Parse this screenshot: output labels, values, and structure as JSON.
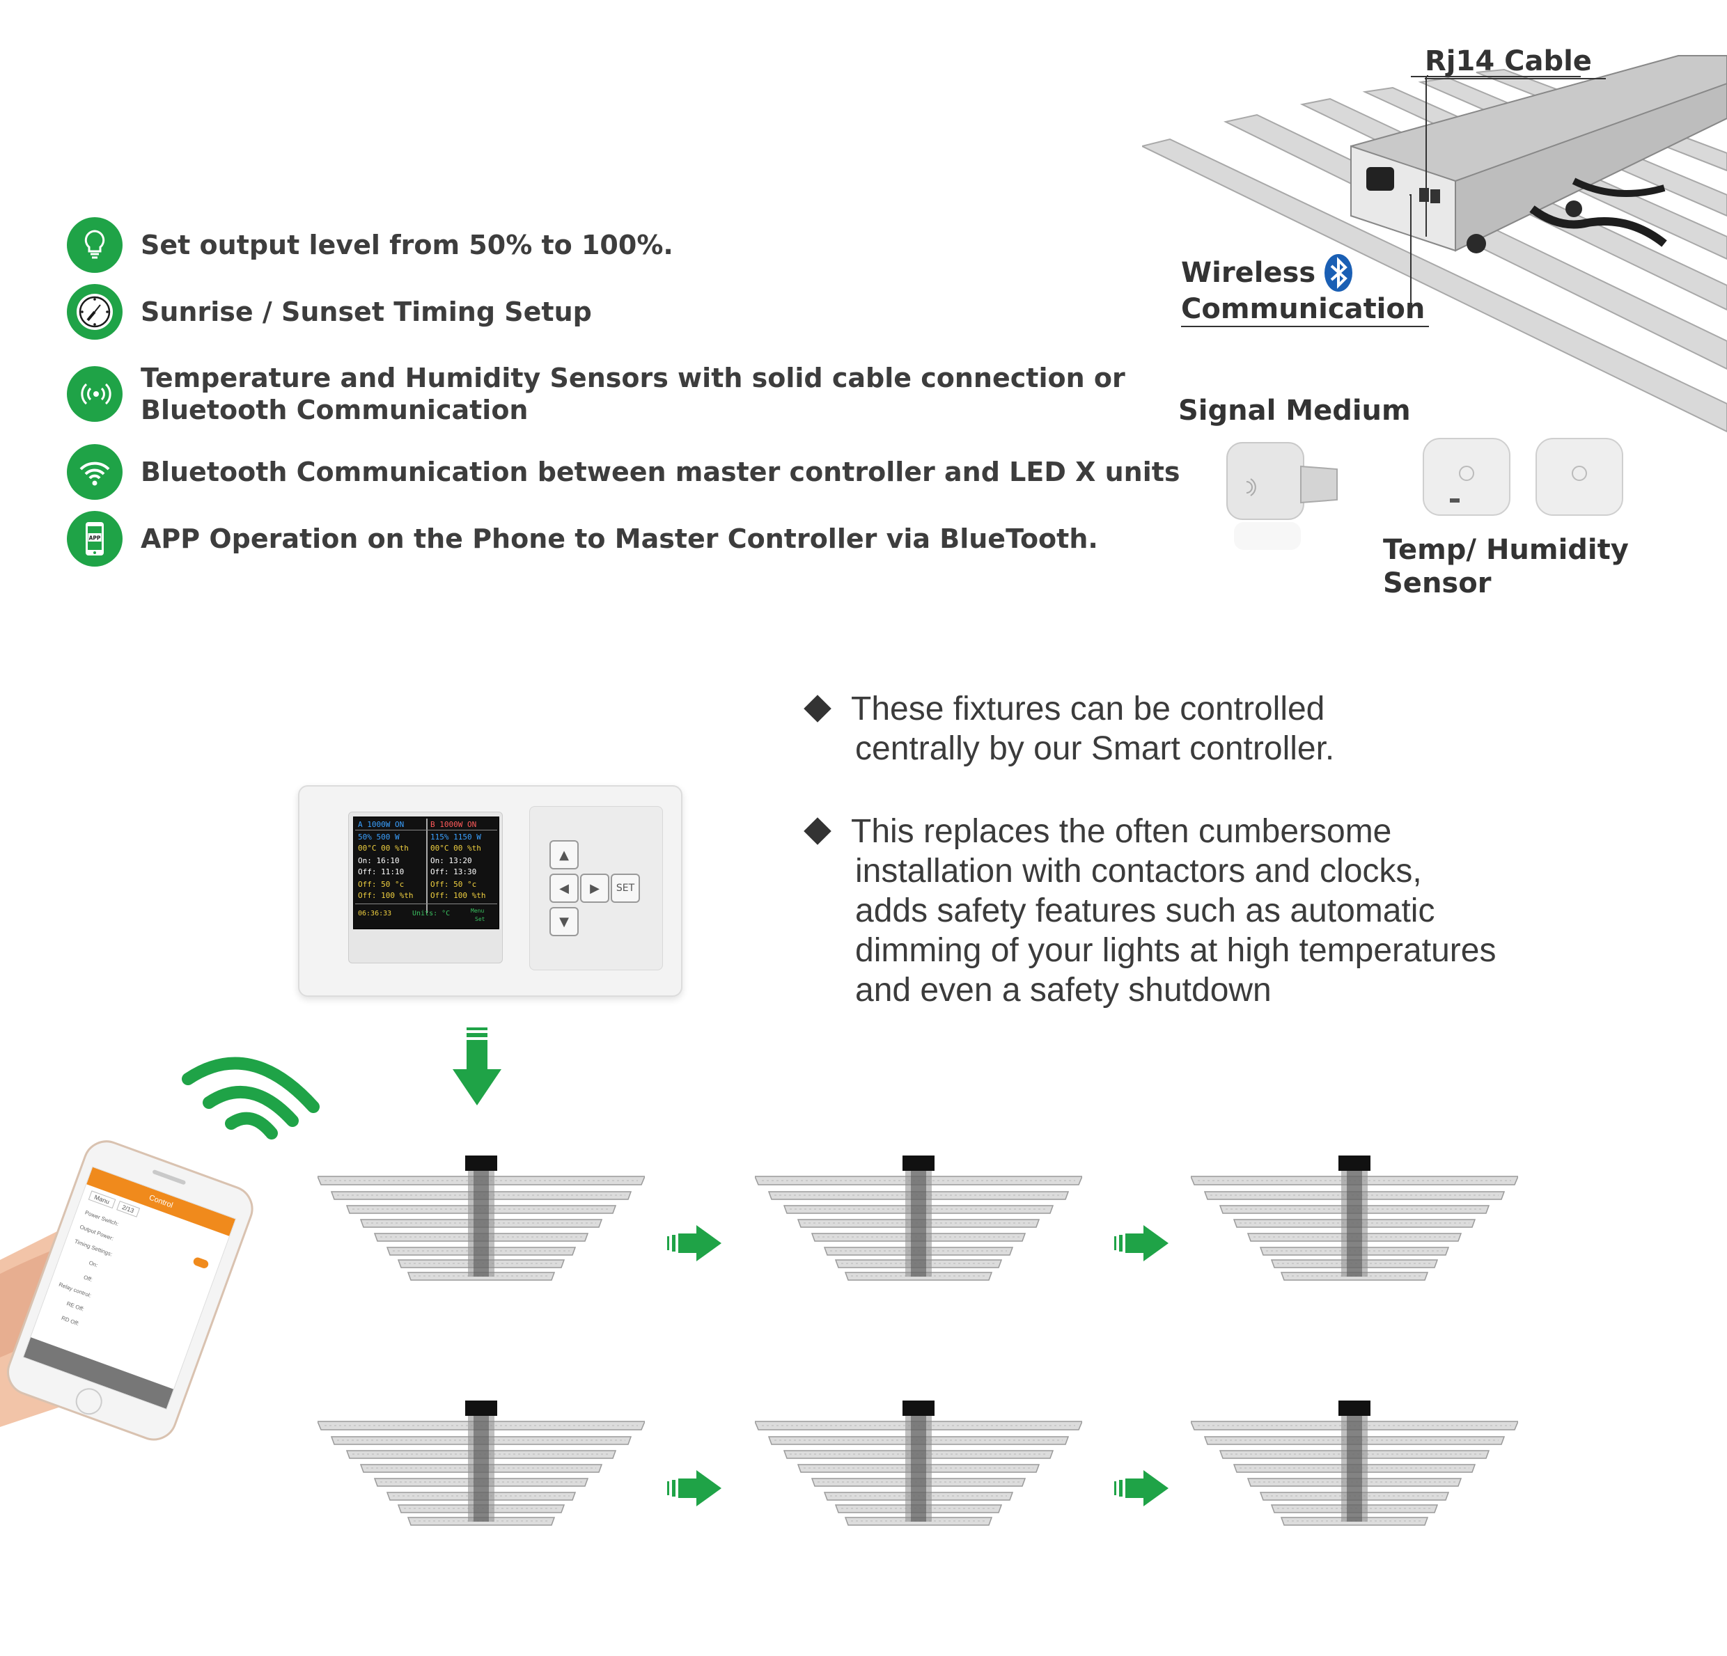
{
  "features": [
    {
      "icon": "lightbulb-icon",
      "text": "Set output level from 50% to 100%."
    },
    {
      "icon": "clock-icon",
      "text": "Sunrise / Sunset Timing Setup"
    },
    {
      "icon": "sensor-signal-icon",
      "lines": [
        "Temperature and Humidity Sensors with solid cable connection or",
        "Bluetooth Communication"
      ]
    },
    {
      "icon": "wifi-icon",
      "text": "Bluetooth Communication between master controller and LED X units"
    },
    {
      "icon": "phone-app-icon",
      "text": "APP Operation on the Phone to Master Controller via BlueTooth.",
      "icon_label": "APP"
    }
  ],
  "callouts": {
    "rj14": "Rj14 Cable",
    "wireless_line1": "Wireless",
    "wireless_line2": "Communication",
    "signal_medium": "Signal Medium",
    "temp_humidity": "Temp/ Humidity Sensor"
  },
  "bullets": [
    {
      "lines": [
        "These fixtures can be controlled",
        "centrally by our Smart controller."
      ]
    },
    {
      "lines": [
        "This replaces the often cumbersome",
        "installation with contactors and clocks,",
        "adds safety features such as automatic",
        "dimming of your lights at high temperatures",
        "and even a safety shutdown"
      ]
    }
  ],
  "controller": {
    "lcd": {
      "header_a": "A 1000W    ON",
      "header_b": "B 1000W    ON",
      "a_rows": [
        "50%     500 W",
        "00°C    00 %th",
        "On:   16:10",
        "Off:  11:10",
        "Off:    50 °c",
        "Off:  100 %th"
      ],
      "b_rows": [
        "115%   1150 W",
        "00°C    00 %th",
        "On:   13:20",
        "Off:  13:30",
        "Off:    50 °c",
        "Off:  100 %th"
      ],
      "footer_time": "06:36:33",
      "footer_units": "Units: °C",
      "footer_menu": "Menu",
      "footer_set": "Set"
    },
    "keys": {
      "up": "▲",
      "down": "▼",
      "left": "◀",
      "right": "▶",
      "set": "SET"
    }
  },
  "phone": {
    "header": "Control",
    "tab1": "Manu",
    "tab2": "2/13",
    "screen_labels": [
      "Power Switch:",
      "Output Power:",
      "Timing Settings:",
      "On:",
      "Off:",
      "Relay control:",
      "RE Off:",
      "RD Off:"
    ]
  },
  "colors": {
    "accent_green": "#1fa347",
    "text_dark": "#333333",
    "bluetooth_blue": "#1a5fb4",
    "phone_orange": "#f08a1c"
  }
}
